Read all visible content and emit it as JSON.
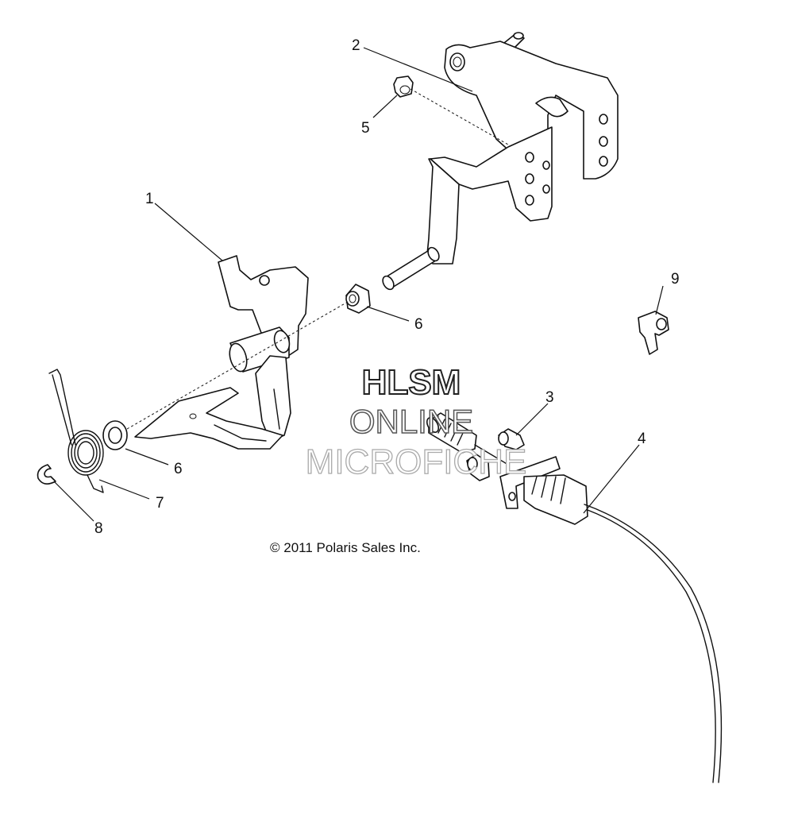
{
  "callouts": {
    "c1": "1",
    "c2": "2",
    "c3": "3",
    "c4": "4",
    "c5": "5",
    "c6a": "6",
    "c6b": "6",
    "c7": "7",
    "c8": "8",
    "c9": "9"
  },
  "watermark": {
    "line1": "HLSM",
    "line2": "ONLINE",
    "line3": "MICROFICHE"
  },
  "copyright": "© 2011 Polaris Sales Inc.",
  "colors": {
    "ink": "#111111",
    "background": "#ffffff"
  }
}
